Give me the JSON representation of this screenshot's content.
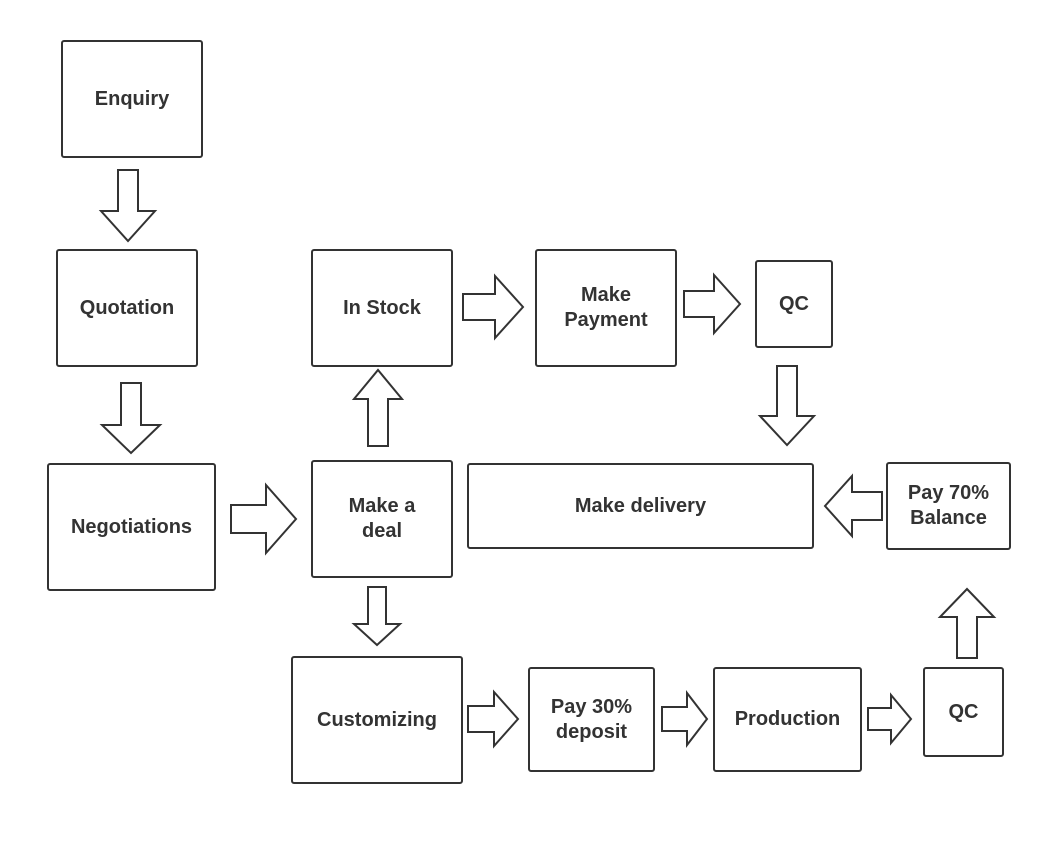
{
  "colors": {
    "stroke": "#333333",
    "background": "#ffffff",
    "text": "#333333"
  },
  "nodes": {
    "enquiry": "Enquiry",
    "quotation": "Quotation",
    "negotiations": "Negotiations",
    "make_deal": "Make a\ndeal",
    "in_stock": "In Stock",
    "make_payment": "Make\nPayment",
    "qc_top": "QC",
    "make_delivery": "Make delivery",
    "pay_balance": "Pay 70%\nBalance",
    "customizing": "Customizing",
    "pay_deposit": "Pay 30%\ndeposit",
    "production": "Production",
    "qc_bottom": "QC"
  }
}
